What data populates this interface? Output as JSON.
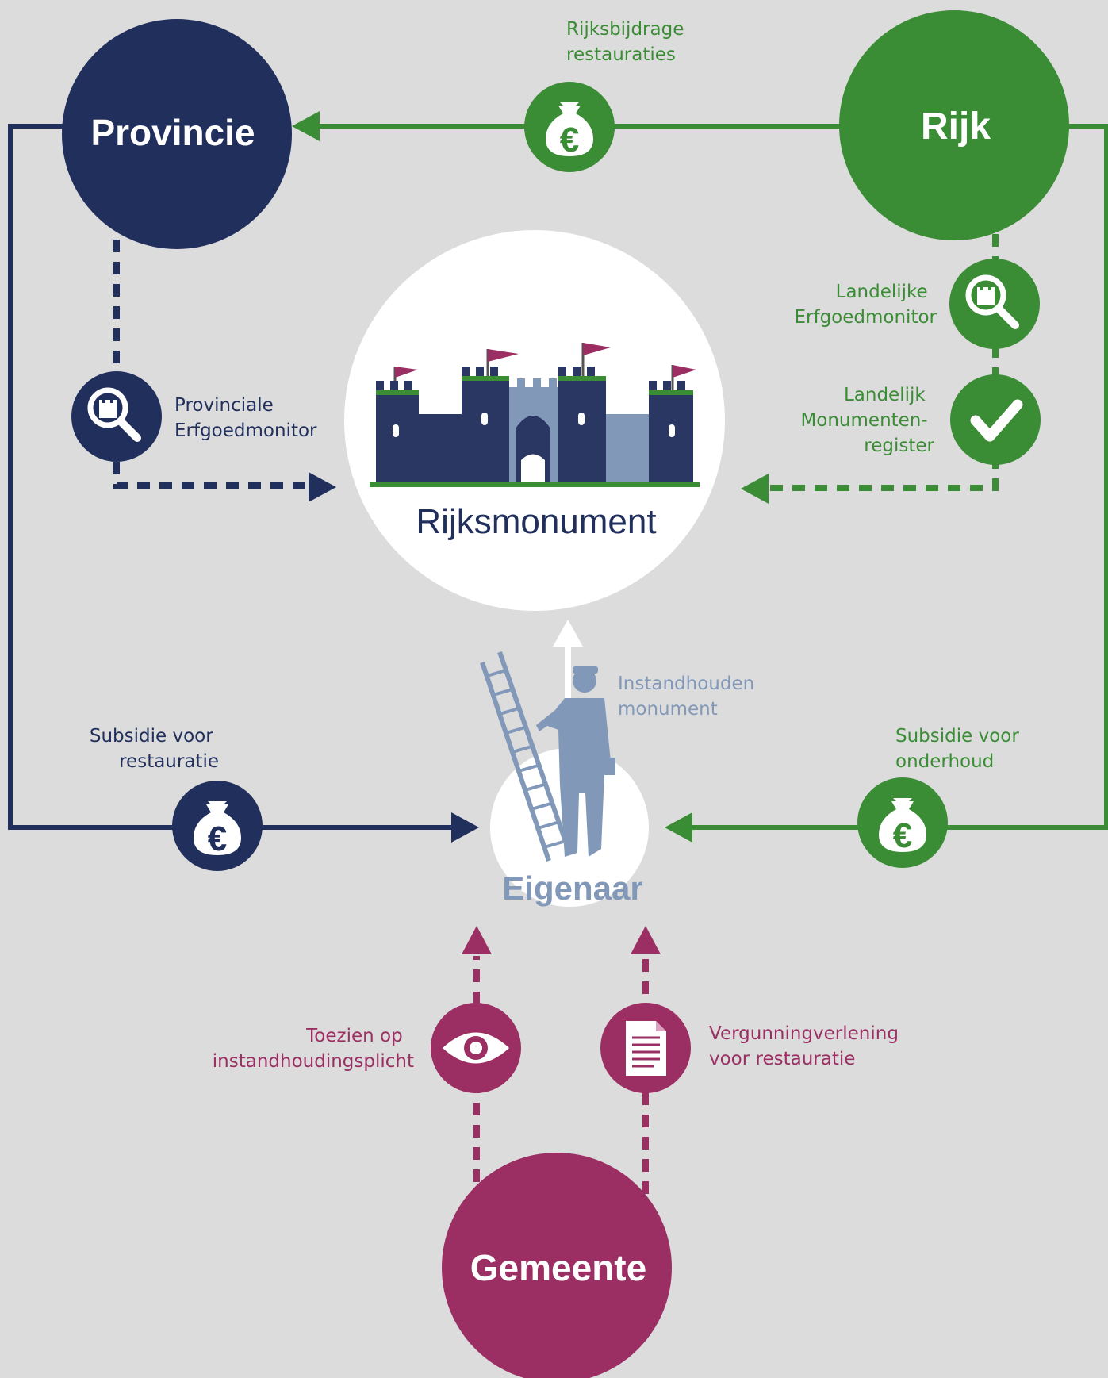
{
  "colors": {
    "background": "#dcdcdc",
    "provincie": "#212f5c",
    "rijk": "#3a8c35",
    "gemeente": "#9b2f63",
    "eigenaar": "#8298b8",
    "monument_circle": "#ffffff"
  },
  "nodes": {
    "provincie": "Provincie",
    "rijk": "Rijk",
    "gemeente": "Gemeente",
    "rijksmonument": "Rijksmonument",
    "eigenaar": "Eigenaar"
  },
  "labels": {
    "rijksbijdrage": [
      "Rijksbijdrage",
      "restauraties"
    ],
    "landelijke_erfgoedmonitor": [
      "Landelijke",
      "Erfgoedmonitor"
    ],
    "landelijk_monumentenregister": [
      "Landelijk",
      "Monumenten-",
      "register"
    ],
    "provinciale_erfgoedmonitor": [
      "Provinciale",
      "Erfgoedmonitor"
    ],
    "instandhouden": [
      "Instandhouden",
      "monument"
    ],
    "subsidie_restauratie": [
      "Subsidie voor",
      "restauratie"
    ],
    "subsidie_onderhoud": [
      "Subsidie voor",
      "onderhoud"
    ],
    "toezien": [
      "Toezien op",
      "instandhoudingsplicht"
    ],
    "vergunning": [
      "Vergunningverlening",
      "voor restauratie"
    ]
  },
  "icons": {
    "rijksbijdrage": "money-bag-euro-icon",
    "landelijke_erfgoedmonitor": "magnifier-castle-icon",
    "landelijk_monumentenregister": "checkmark-icon",
    "provinciale_erfgoedmonitor": "magnifier-castle-icon",
    "subsidie_restauratie": "money-bag-euro-icon",
    "subsidie_onderhoud": "money-bag-euro-icon",
    "toezien": "eye-icon",
    "vergunning": "document-icon",
    "castle": "castle-icon",
    "worker": "worker-ladder-icon"
  }
}
